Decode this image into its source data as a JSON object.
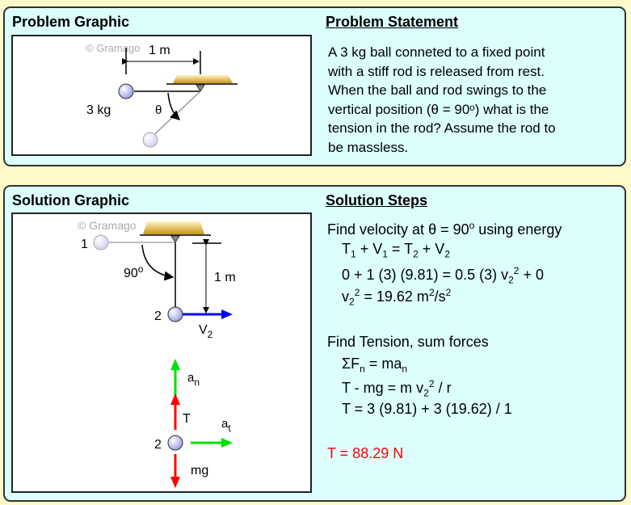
{
  "problem": {
    "graphic_title": "Problem Graphic",
    "statement_title": "Problem Statement",
    "statement_lines": [
      "A 3 kg ball conneted to a fixed point",
      "with a stiff rod is released from rest.",
      "When the ball and rod swings to the",
      "vertical position (θ = 90ᵒ) what is the",
      "tension in the rod? Assume the rod to",
      "be massless."
    ],
    "diagram": {
      "watermark": "© Gramago",
      "length": "1 m",
      "mass": "3 kg",
      "angle": "θ"
    }
  },
  "solution": {
    "graphic_title": "Solution Graphic",
    "steps_title": "Solution Steps",
    "diagram": {
      "watermark": "© Gramago",
      "pos1": "1",
      "pos2": "2",
      "angle": "90",
      "angle_sup": "o",
      "length": "1 m",
      "v_label": "V",
      "v_sub": "2",
      "an": "a",
      "an_sub": "n",
      "T": "T",
      "at": "a",
      "at_sub": "t",
      "mg": "mg",
      "pos2b": "2"
    },
    "steps": {
      "s1a": "Find velocity at ",
      "s1b": "θ = 90",
      "s1c": "o",
      "s1d": " using energy",
      "e1": [
        "T",
        "1",
        " + V",
        "1",
        " = T",
        "2",
        " + V",
        "2"
      ],
      "e2a": "0 + 1 (3) (9.81) = 0.5 (3) v",
      "e2b": "2",
      "e2c": "2",
      "e2d": " + 0",
      "e3a": "v",
      "e3b": "2",
      "e3c": "2",
      "e3d": " = 19.62 m",
      "e3e": "2",
      "e3f": "/s",
      "e3g": "2",
      "s2": "Find Tension, sum forces",
      "f1a": "ΣF",
      "f1b": "n",
      "f1c": " = ma",
      "f1d": "n",
      "f2a": "T - mg = m v",
      "f2b": "2",
      "f2c": "2",
      "f2d": " / r",
      "f3": "T = 3 (9.81) + 3 (19.62) / 1",
      "answer": "T = 88.29 N"
    },
    "answer_color": "#ff0000"
  }
}
